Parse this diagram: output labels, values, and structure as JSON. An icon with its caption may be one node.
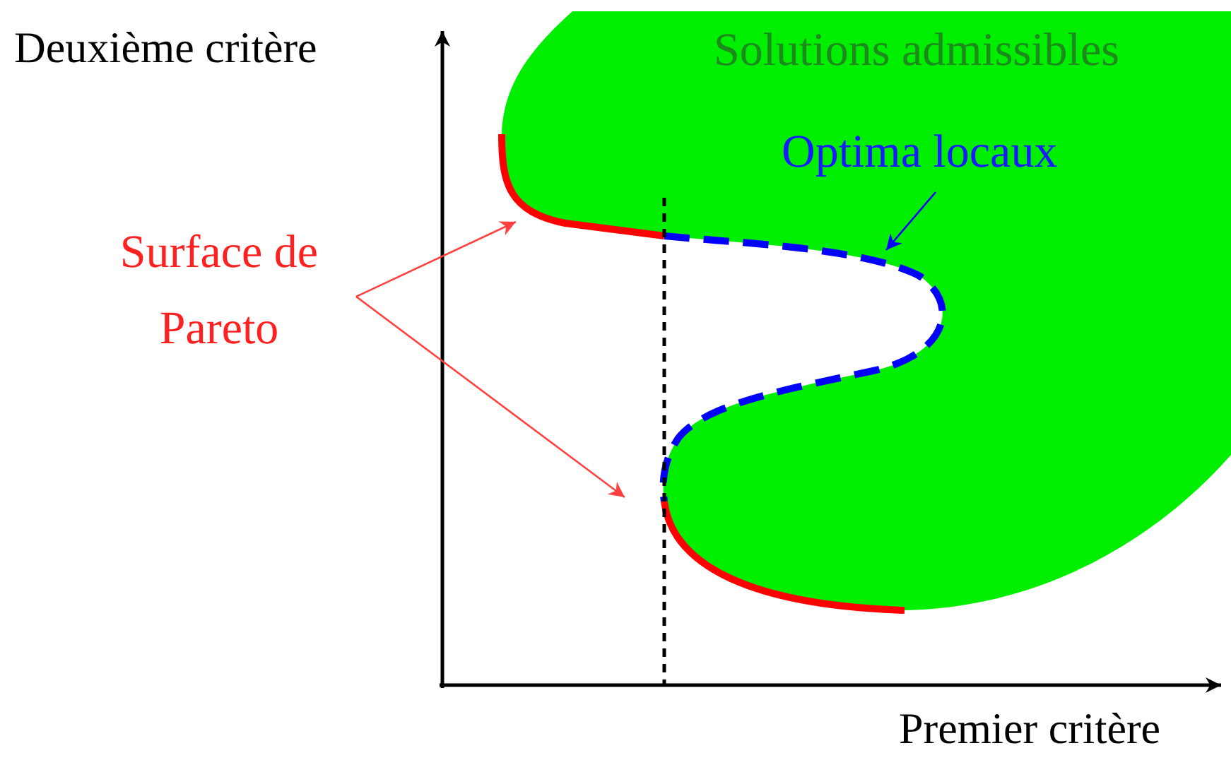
{
  "diagram": {
    "nodes": [
      {
        "text": [
          "Solutions admissibles"
        ]
      },
      {
        "text": [
          "Optima locaux"
        ],
        "in": 0
      },
      {
        "text": [
          "Surface de Pareto"
        ]
      },
      {
        "text": [],
        "shape": "curve",
        "in": 0
      },
      {
        "text": [],
        "shape": "curve",
        "in": 0
      },
      {
        "text": [],
        "shape": "curve",
        "in": 0
      }
    ],
    "edges": [
      {
        "from": 1,
        "to": 4,
        "arrow": "to",
        "color": "#0000ff"
      },
      {
        "from": 2,
        "to": 3,
        "arrow": "to"
      },
      {
        "from": 2,
        "to": 5,
        "arrow": "to"
      }
    ],
    "labels": [
      "Deuxième critère",
      "Premier critère"
    ]
  }
}
